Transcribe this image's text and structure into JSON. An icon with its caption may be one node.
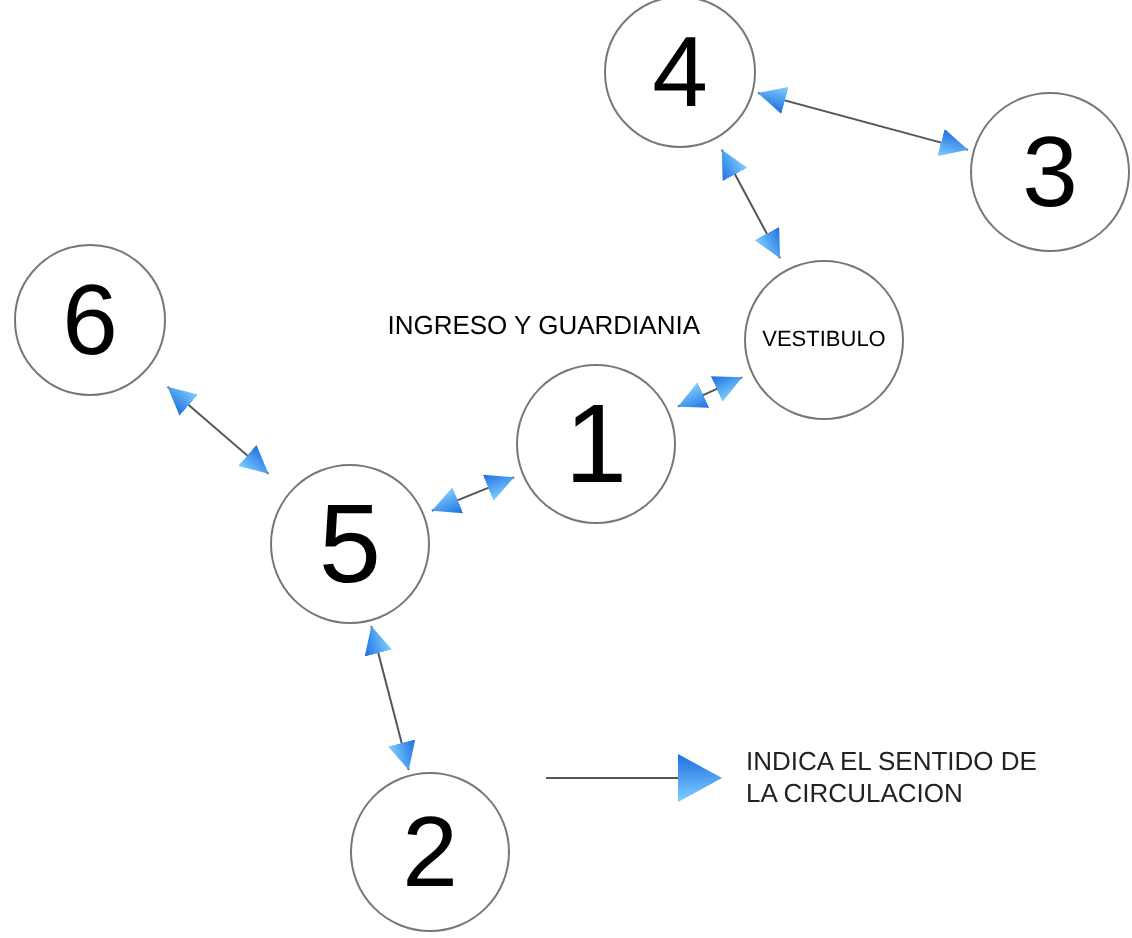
{
  "diagram": {
    "nodes": [
      {
        "text": [
          "4"
        ]
      },
      {
        "text": [
          "3"
        ]
      },
      {
        "text": [
          "6"
        ]
      },
      {
        "text": [
          "VESTIBULO"
        ]
      },
      {
        "text": [
          "1"
        ],
        "beside": [
          "INGRESO Y GUARDIANIA"
        ]
      },
      {
        "text": [
          "5"
        ]
      },
      {
        "text": [
          "2"
        ]
      }
    ],
    "edges": [
      {
        "from": 0,
        "to": 1,
        "arrow": "both"
      },
      {
        "from": 0,
        "to": 3,
        "arrow": "both"
      },
      {
        "from": 3,
        "to": 4,
        "arrow": "both"
      },
      {
        "from": 4,
        "to": 5,
        "arrow": "both"
      },
      {
        "from": 5,
        "to": 2,
        "arrow": "both"
      },
      {
        "from": 5,
        "to": 6,
        "arrow": "both"
      }
    ],
    "legend": [
      {
        "text": "INDICA EL SENTIDO DE LA CIRCULACION"
      }
    ]
  }
}
